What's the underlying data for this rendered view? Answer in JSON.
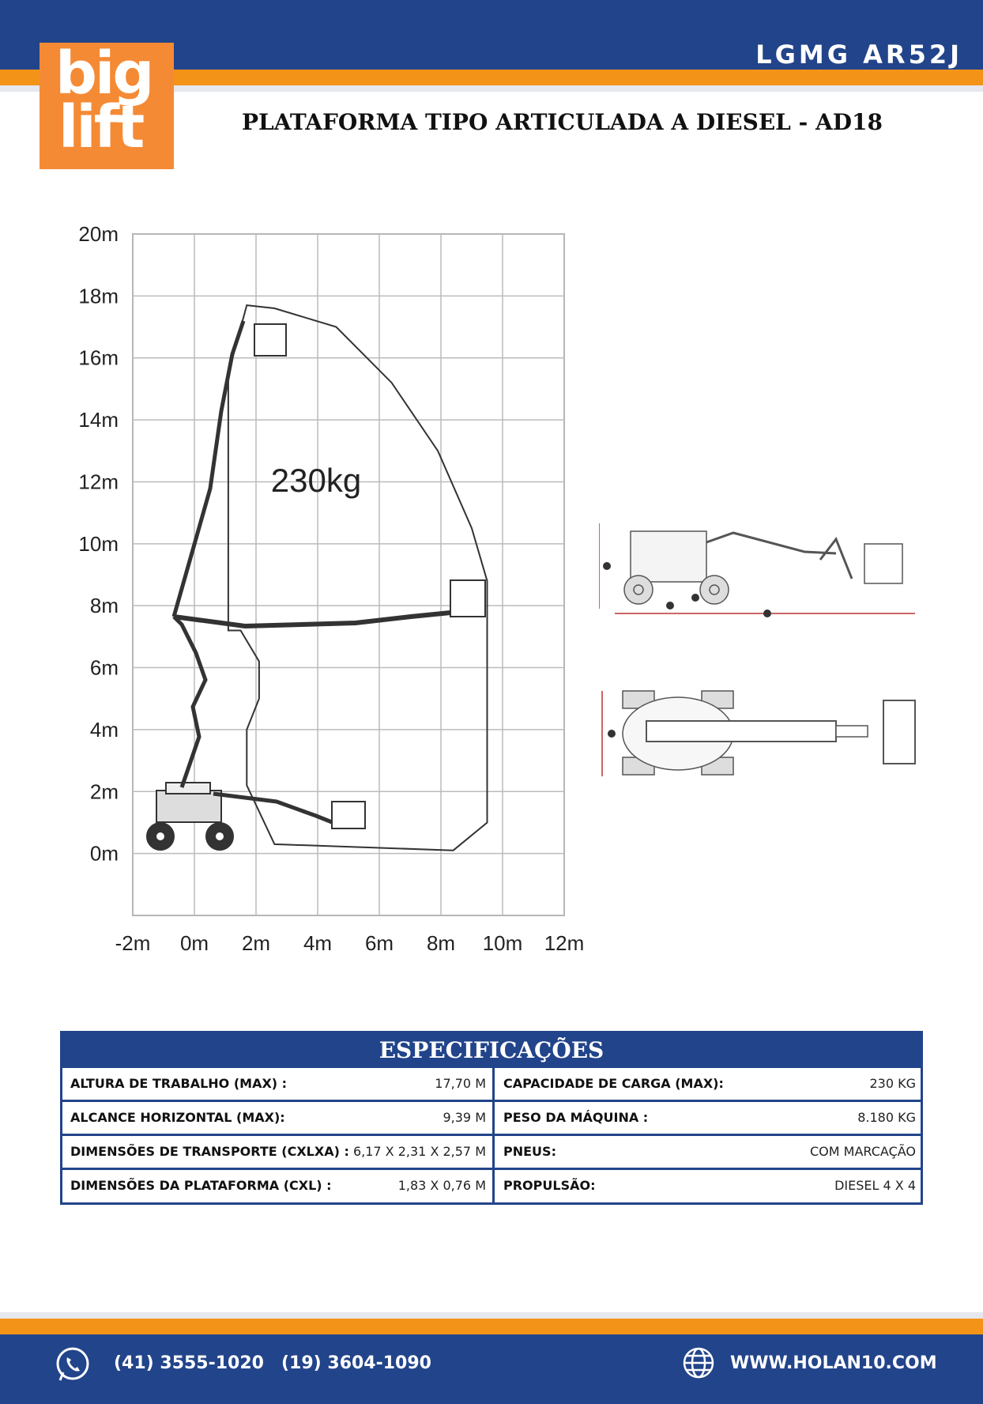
{
  "header": {
    "model": "LGMG AR52J",
    "logo_line1": "big",
    "logo_line2": "lift",
    "title": "PLATAFORMA TIPO ARTICULADA A DIESEL - AD18",
    "colors": {
      "blue": "#22448a",
      "orange": "#f39318",
      "logo": "#f58a35"
    }
  },
  "chart_data": {
    "type": "working-range-diagram",
    "x_ticks": [
      "-2m",
      "0m",
      "2m",
      "4m",
      "6m",
      "8m",
      "10m",
      "12m"
    ],
    "y_ticks": [
      "20m",
      "18m",
      "16m",
      "14m",
      "12m",
      "10m",
      "8m",
      "6m",
      "4m",
      "2m",
      "0m"
    ],
    "xlim": [
      -2,
      12
    ],
    "ylim": [
      -2,
      20
    ],
    "load_label": "230kg",
    "envelope": [
      [
        1.7,
        17.7
      ],
      [
        2.6,
        17.6
      ],
      [
        4.6,
        17.0
      ],
      [
        6.4,
        15.2
      ],
      [
        7.9,
        13.0
      ],
      [
        9.0,
        10.5
      ],
      [
        9.5,
        8.8
      ],
      [
        9.5,
        1.0
      ],
      [
        8.4,
        0.1
      ],
      [
        2.6,
        0.3
      ],
      [
        1.7,
        2.2
      ],
      [
        1.7,
        4.0
      ],
      [
        2.1,
        5.0
      ],
      [
        2.1,
        6.2
      ],
      [
        1.5,
        7.2
      ],
      [
        1.1,
        7.2
      ],
      [
        1.1,
        15.5
      ]
    ],
    "grid": true
  },
  "icons": {
    "phone": "whatsapp-icon",
    "web": "globe-icon"
  },
  "specs": {
    "title": "ESPECIFICAÇÕES",
    "rows": [
      {
        "l_label": "ALTURA DE TRABALHO (MAX) :",
        "l_value": "17,70 M",
        "r_label": "CAPACIDADE DE CARGA (MAX):",
        "r_value": "230 KG"
      },
      {
        "l_label": "ALCANCE HORIZONTAL (MAX):",
        "l_value": "9,39 M",
        "r_label": "PESO DA MÁQUINA :",
        "r_value": "8.180 KG"
      },
      {
        "l_label": "DIMENSÕES DE TRANSPORTE (CXLXA) :",
        "l_value": "6,17 X 2,31 X 2,57 M",
        "r_label": "PNEUS:",
        "r_value": "COM MARCAÇÃO"
      },
      {
        "l_label": "DIMENSÕES DA PLATAFORMA (CXL) :",
        "l_value": "1,83 X 0,76 M",
        "r_label": "PROPULSÃO:",
        "r_value": "DIESEL 4 X 4"
      }
    ]
  },
  "footer": {
    "phone1": "(41) 3555-1020",
    "phone2": "(19) 3604-1090",
    "website": "WWW.HOLAN10.COM"
  }
}
